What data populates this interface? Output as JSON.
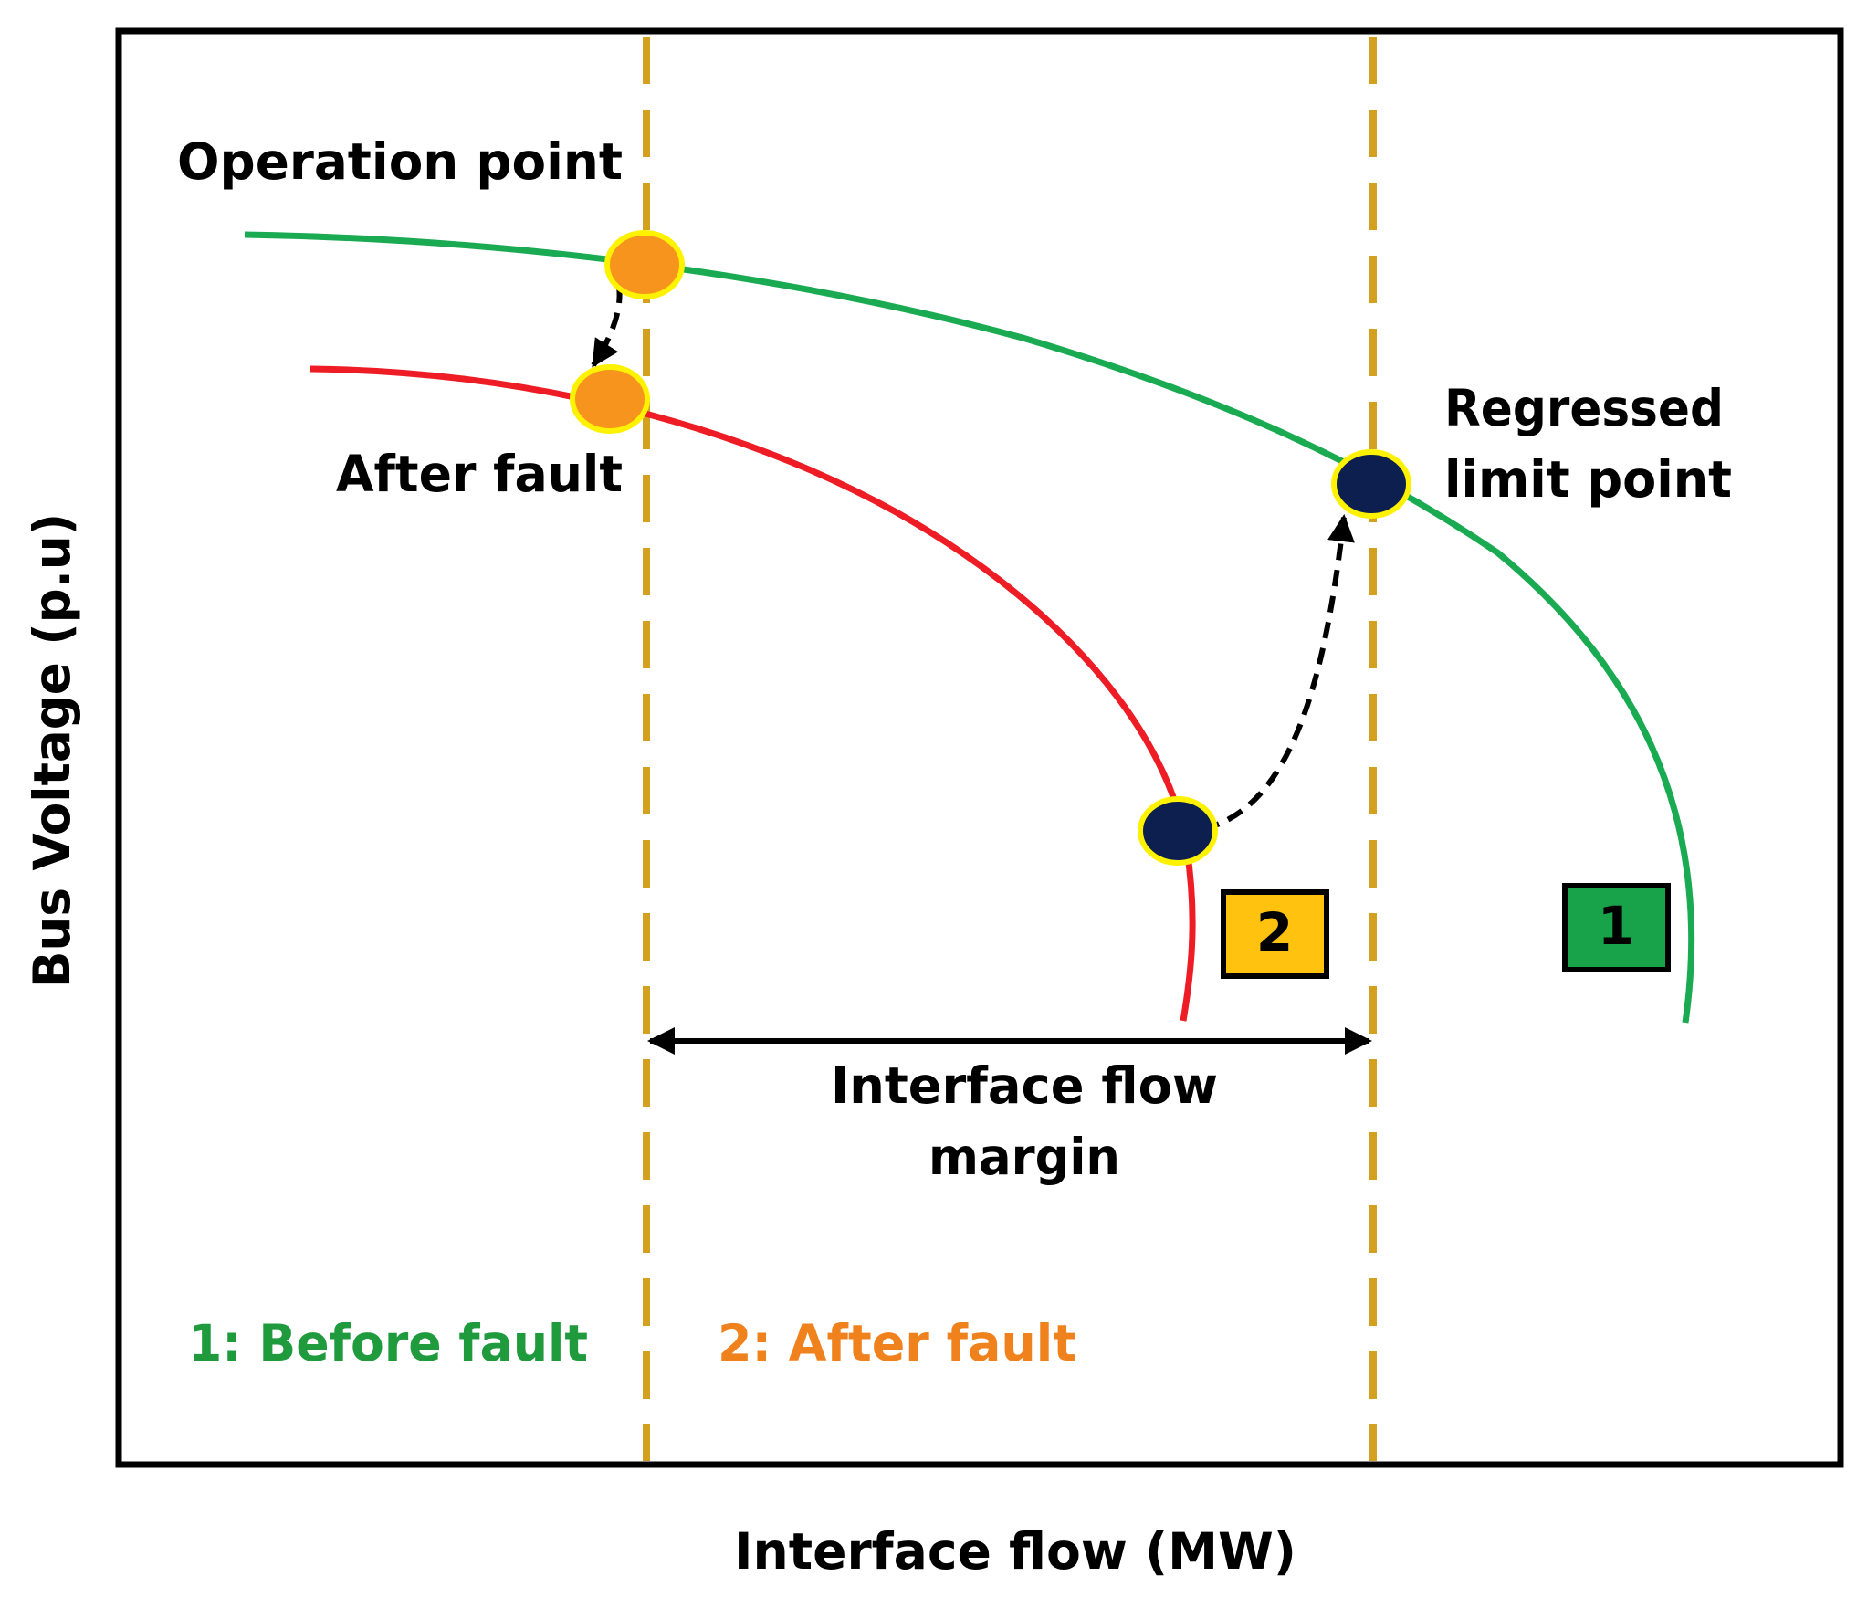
{
  "axes": {
    "xlabel": "Interface flow (MW)",
    "ylabel": "Bus Voltage (p.u)"
  },
  "labels": {
    "operation_point": "Operation point",
    "after_fault_point": "After fault",
    "regressed_line1": "Regressed",
    "regressed_line2": "limit point",
    "margin_line1": "Interface flow",
    "margin_line2": "margin"
  },
  "legend": {
    "before_fault": "1: Before fault",
    "after_fault": "2: After fault"
  },
  "curve_badges": {
    "before": "1",
    "after": "2"
  },
  "colors": {
    "before_fault": "#1aaa52",
    "after_fault": "#ee1c24",
    "legend_before": "#1f9a3c",
    "legend_after": "#f0821e",
    "guide_lines": "#d4a020",
    "operation_marker": "#f7941d",
    "limit_marker": "#0d1f4f",
    "marker_ring": "#fff200",
    "badge_before": "#18a34a",
    "badge_after": "#ffc20e"
  }
}
